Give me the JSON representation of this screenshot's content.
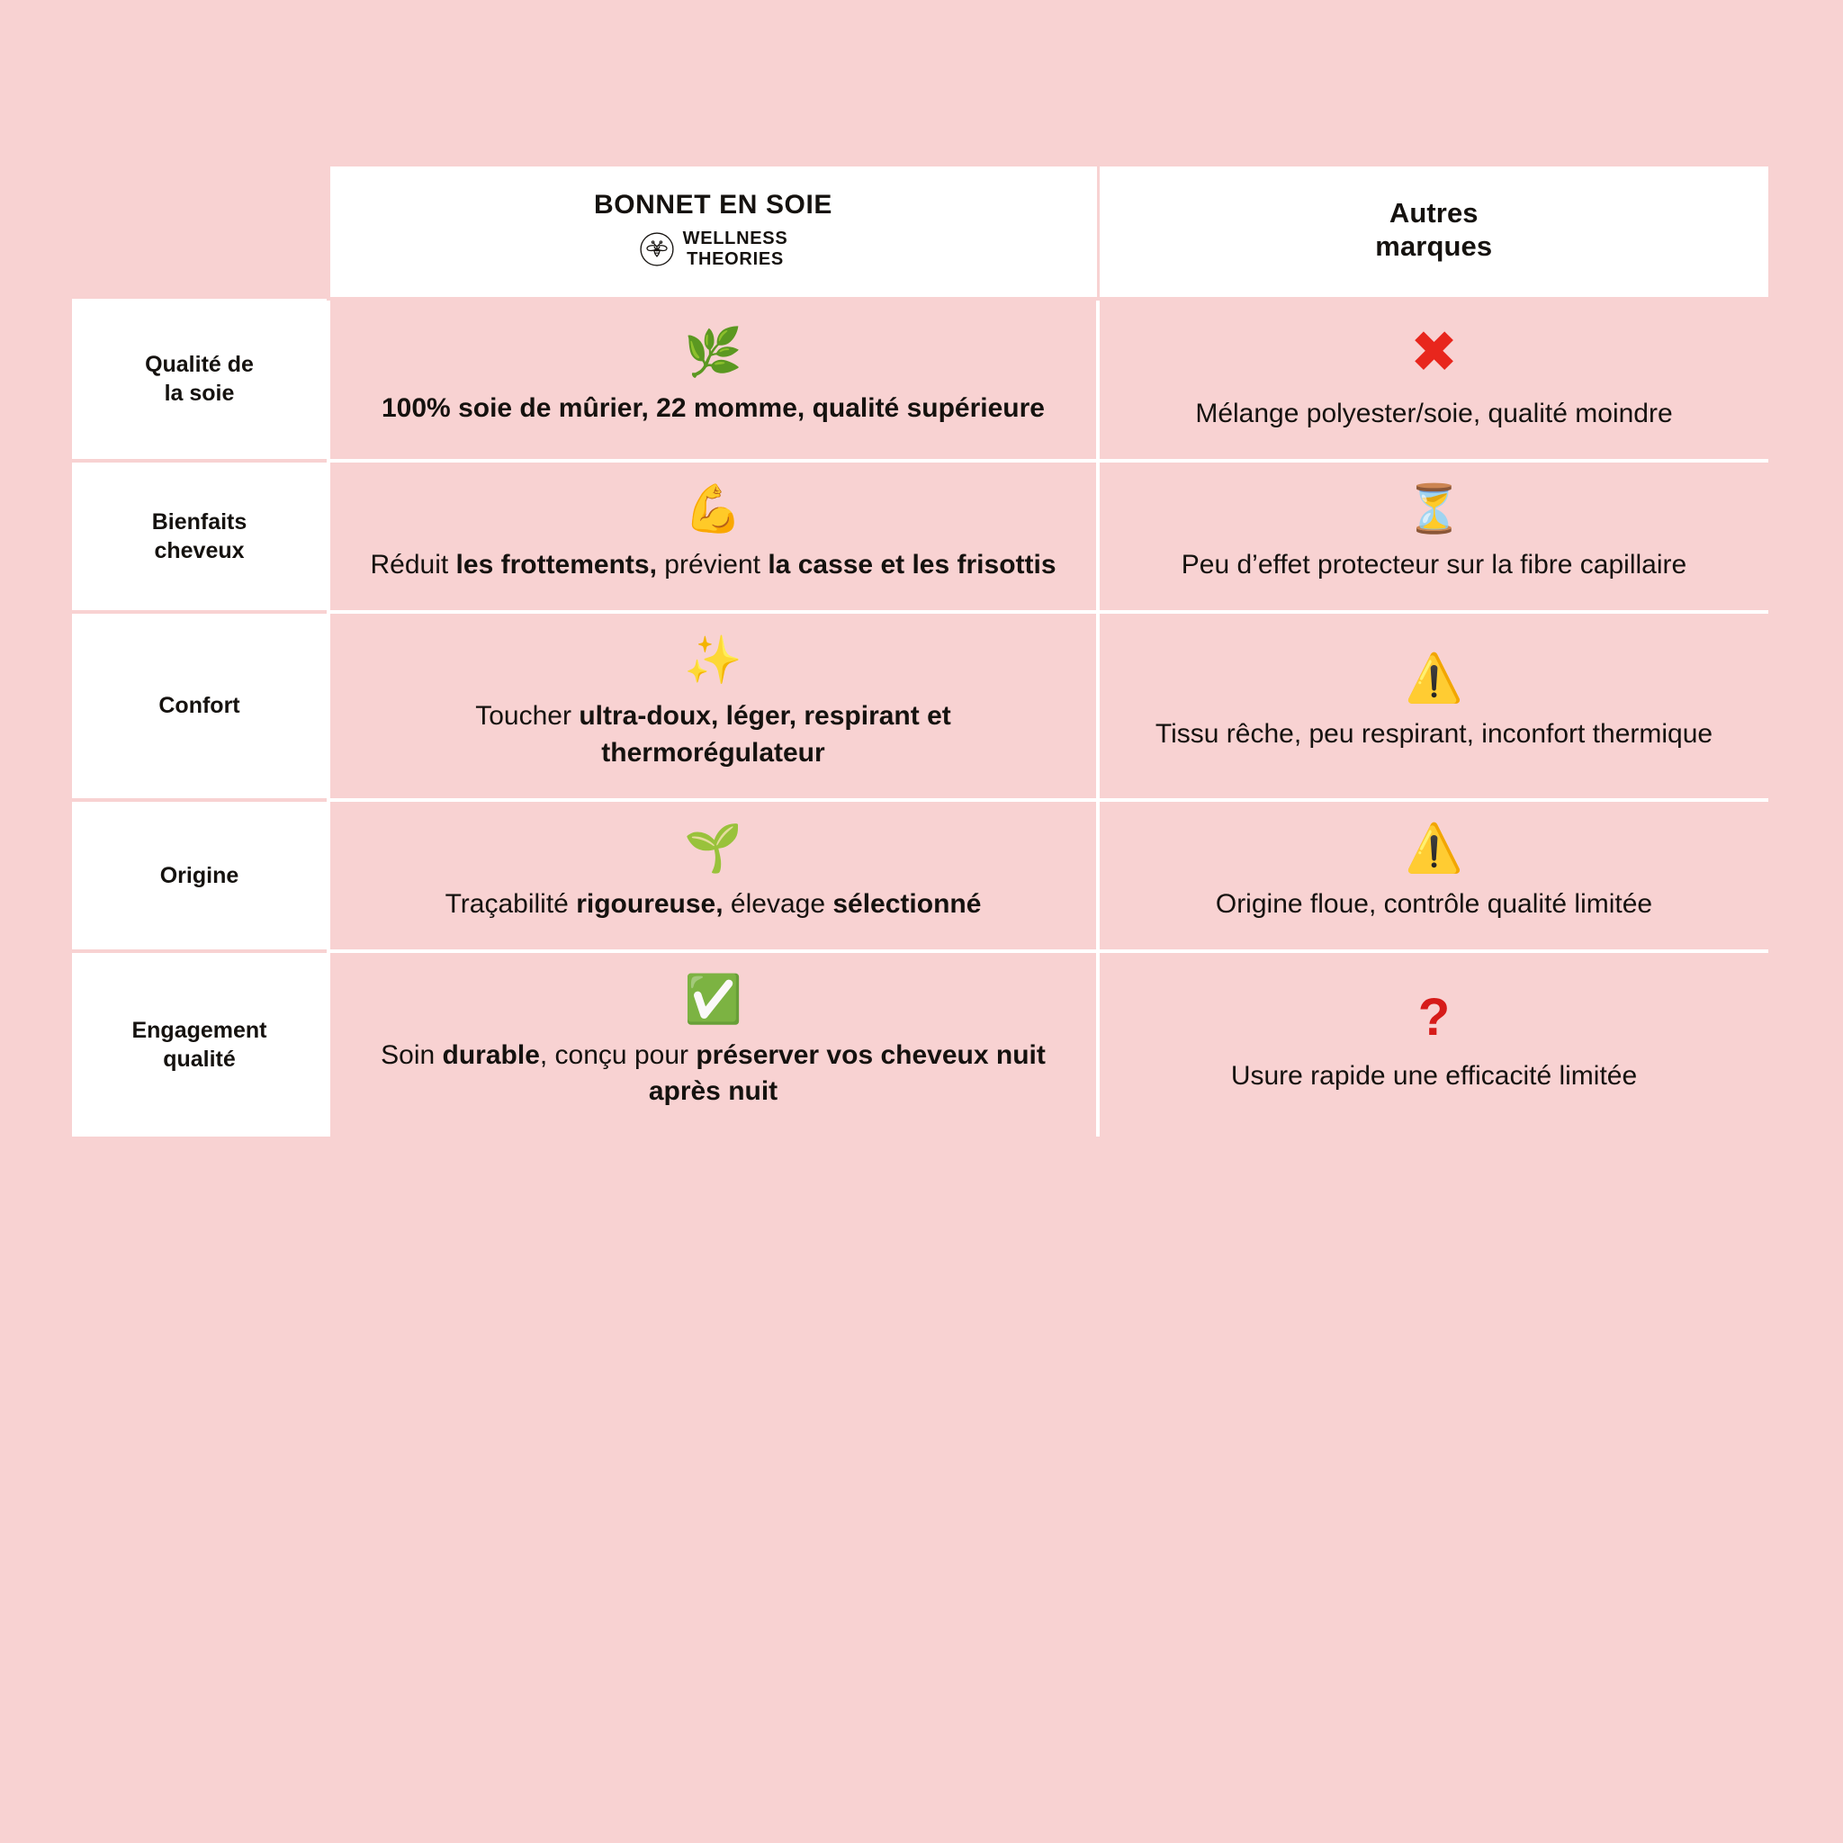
{
  "page": {
    "background_color": "#f8d2d2",
    "card_color": "#ffffff",
    "accent_red": "#e8261d",
    "text_color": "#15120f"
  },
  "header": {
    "label_column": "",
    "product": {
      "title": "BONNET EN SOIE",
      "logo_icon": "bee-logo-icon",
      "brand_line1": "WELLNESS",
      "brand_line2": "THEORIES"
    },
    "other": {
      "line1": "Autres",
      "line2": "marques"
    }
  },
  "rows": [
    {
      "label": "Qualité de\nla soie",
      "label_line1": "Qualité de",
      "label_line2": "la soie",
      "product": {
        "emoji": "🌿",
        "emoji_name": "herb-icon",
        "text_plain": "100% soie de mûrier, 22 momme, qualité supérieure",
        "segments": [
          {
            "text": "100% soie de mûrier, 22 momme, qualité supérieure",
            "bold": true
          }
        ]
      },
      "other": {
        "emoji": "✖",
        "emoji_name": "red-cross-icon",
        "text_plain": "Mélange polyester/soie, qualité moindre",
        "segments": [
          {
            "text": "Mélange polyester/soie, qualité moindre",
            "bold": false
          }
        ]
      }
    },
    {
      "label": "Bienfaits\ncheveux",
      "label_line1": "Bienfaits",
      "label_line2": "cheveux",
      "product": {
        "emoji": "💪",
        "emoji_name": "flexed-biceps-icon",
        "text_plain": "Réduit les frottements, prévient la casse et les frisottis",
        "segments": [
          {
            "text": "Réduit ",
            "bold": false
          },
          {
            "text": "les frottements,",
            "bold": true
          },
          {
            "text": " prévient ",
            "bold": false
          },
          {
            "text": "la casse et les frisottis",
            "bold": true
          }
        ]
      },
      "other": {
        "emoji": "⏳",
        "emoji_name": "hourglass-icon",
        "text_plain": "Peu d’effet protecteur sur la fibre capillaire",
        "segments": [
          {
            "text": "Peu d’effet protecteur sur la fibre capillaire",
            "bold": false
          }
        ]
      }
    },
    {
      "label": "Confort",
      "label_line1": "Confort",
      "label_line2": "",
      "product": {
        "emoji": "✨",
        "emoji_name": "sparkles-icon",
        "text_plain": "Toucher ultra-doux, léger, respirant et thermorégulateur",
        "segments": [
          {
            "text": "Toucher ",
            "bold": false
          },
          {
            "text": "ultra-doux, léger, respirant et thermorégulateur",
            "bold": true
          }
        ]
      },
      "other": {
        "emoji": "⚠️",
        "emoji_name": "warning-triangle-icon",
        "text_plain": "Tissu rêche, peu respirant, inconfort thermique",
        "segments": [
          {
            "text": "Tissu rêche, peu respirant, inconfort thermique",
            "bold": false
          }
        ]
      }
    },
    {
      "label": "Origine",
      "label_line1": "Origine",
      "label_line2": "",
      "product": {
        "emoji": "🌱",
        "emoji_name": "seedling-icon",
        "text_plain": "Traçabilité rigoureuse, élevage sélectionné",
        "segments": [
          {
            "text": "Traçabilité ",
            "bold": false
          },
          {
            "text": "rigoureuse,",
            "bold": true
          },
          {
            "text": " élevage ",
            "bold": false
          },
          {
            "text": "sélectionné",
            "bold": true
          }
        ]
      },
      "other": {
        "emoji": "⚠️",
        "emoji_name": "warning-triangle-icon",
        "text_plain": "Origine floue, contrôle qualité limitée",
        "segments": [
          {
            "text": "Origine floue, contrôle qualité limitée",
            "bold": false
          }
        ]
      }
    },
    {
      "label": "Engagement\nqualité",
      "label_line1": "Engagement",
      "label_line2": "qualité",
      "product": {
        "emoji": "✅",
        "emoji_name": "green-check-icon",
        "text_plain": "Soin durable, conçu pour préserver vos cheveux nuit après nuit",
        "segments": [
          {
            "text": "Soin ",
            "bold": false
          },
          {
            "text": "durable",
            "bold": true
          },
          {
            "text": ", conçu pour ",
            "bold": false
          },
          {
            "text": "préserver vos cheveux nuit après nuit",
            "bold": true
          }
        ]
      },
      "other": {
        "emoji": "?",
        "emoji_name": "red-question-mark-icon",
        "text_plain": "Usure rapide une efficacité limitée",
        "segments": [
          {
            "text": "Usure rapide une efficacité limitée",
            "bold": false
          }
        ]
      }
    }
  ]
}
